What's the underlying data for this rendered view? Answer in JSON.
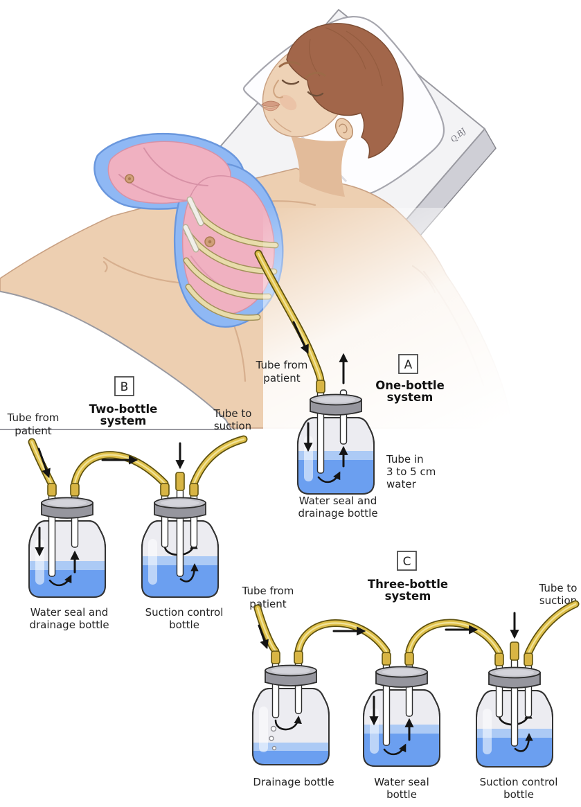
{
  "illustration": {
    "signature": "Q.BJ",
    "subject": "child lying on table with chest tube inserted into left pleural space"
  },
  "systems": {
    "one_bottle": {
      "marker": "A",
      "title": [
        "One-bottle",
        "system"
      ],
      "tube_from_patient": [
        "Tube from",
        "patient"
      ],
      "water_note": [
        "Tube in",
        "3 to 5 cm",
        "water"
      ],
      "bottle_label": [
        "Water seal and",
        "drainage bottle"
      ]
    },
    "two_bottle": {
      "marker": "B",
      "title": [
        "Two-bottle",
        "system"
      ],
      "tube_from_patient": [
        "Tube from",
        "patient"
      ],
      "tube_to_suction": [
        "Tube to",
        "suction"
      ],
      "bottle1_label": [
        "Water seal and",
        "drainage bottle"
      ],
      "bottle2_label": [
        "Suction control",
        "bottle"
      ]
    },
    "three_bottle": {
      "marker": "C",
      "title": [
        "Three-bottle",
        "system"
      ],
      "tube_from_patient": [
        "Tube from",
        "patient"
      ],
      "tube_to_suction": [
        "Tube to",
        "suction"
      ],
      "bottle1_label": [
        "Drainage bottle"
      ],
      "bottle2_label": [
        "Water seal",
        "bottle"
      ],
      "bottle3_label": [
        "Suction control",
        "bottle"
      ]
    }
  },
  "colors": {
    "water_deep": "#6b9ff0",
    "water_surface": "#accaf5",
    "tube_yellow": "#e0c14b",
    "tube_outline": "#5f520f",
    "glass": "#ececf1",
    "cap_gray": "#96969e",
    "skin": "#edcfb1",
    "hair": "#a2664a",
    "lung_pink": "#f0b1c1",
    "pleura_blue": "#8fb8f4",
    "rib_tan": "#e8dcab",
    "bed_gray": "#f3f3f5",
    "arrow_black": "#141414"
  }
}
